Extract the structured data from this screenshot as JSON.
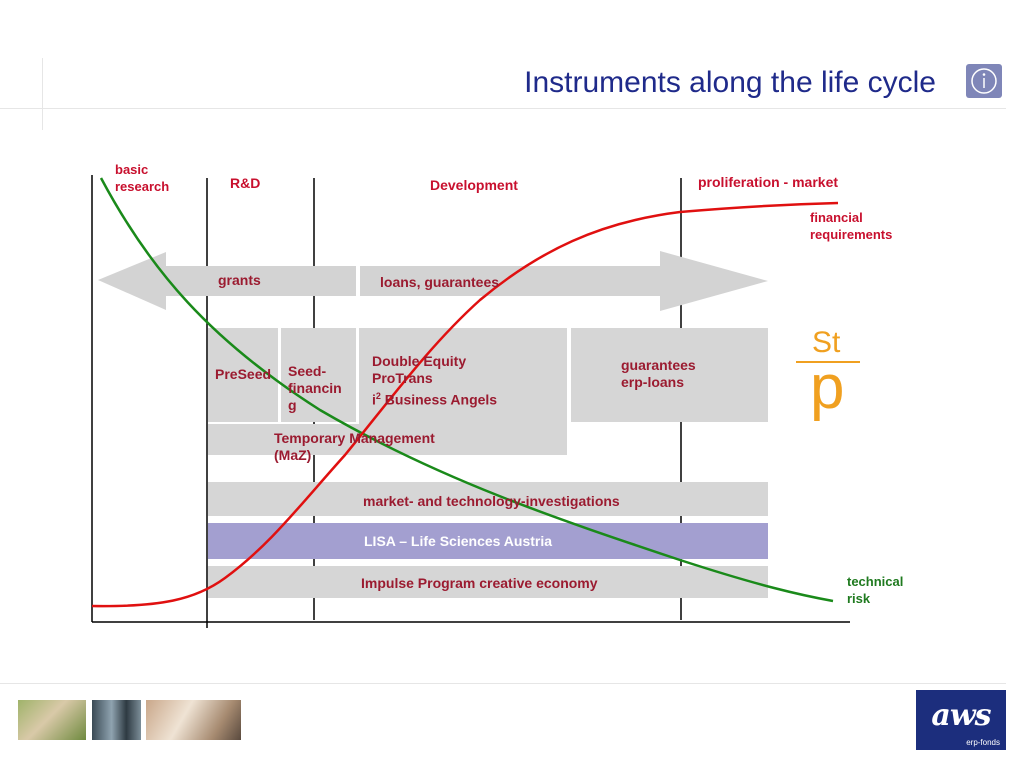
{
  "header": {
    "title": "Instruments along the life cycle",
    "info_icon": "info-circle-icon"
  },
  "phases": {
    "basic_research": "basic\nresearch",
    "rd": "R&D",
    "development": "Development",
    "proliferation": "proliferation - market"
  },
  "curves": {
    "financial": "financial\nrequirements",
    "technical": "technical\nrisk",
    "financial_color": "#e01010",
    "technical_color": "#1a8a1a"
  },
  "arrows": {
    "grants": "grants",
    "loans": "loans, guarantees"
  },
  "instruments": {
    "preseed": "PreSeed",
    "seed": "Seed-\nfinancin\ng",
    "equity": "Double Equity\nProTrans",
    "i2_prefix": "i",
    "i2_sup": "2",
    "i2_rest": " Business Angels",
    "guarantees": "guarantees\nerp-loans",
    "temp_mgmt": "Temporary Management\n(MaZ)",
    "market_tech": "market- and technology-investigations",
    "lisa": "LISA – Life Sciences Austria",
    "impulse": "Impulse Program creative economy"
  },
  "stp_logo": {
    "top": "St",
    "bottom": "p",
    "color": "#f0a020"
  },
  "footer": {
    "logo_main": "aws",
    "logo_sub": "erp-fonds",
    "logo_color": "#1c2e7d"
  }
}
